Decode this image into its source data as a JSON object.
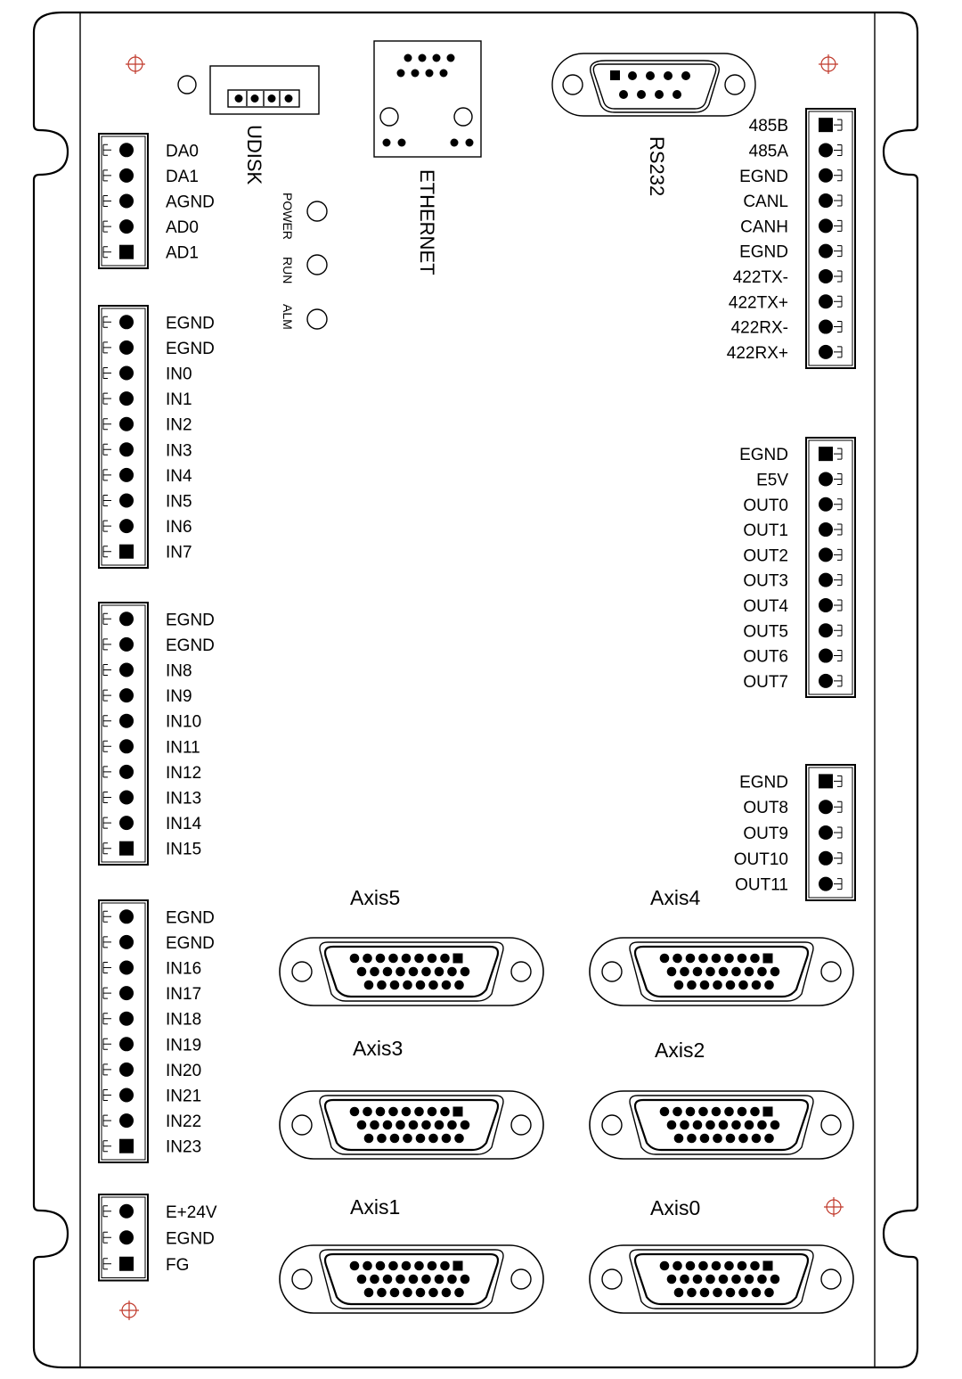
{
  "connectors": {
    "udisk": "UDISK",
    "ethernet": "ETHERNET",
    "rs232": "RS232"
  },
  "leds": [
    "POWER",
    "RUN",
    "ALM"
  ],
  "left_blocks": [
    {
      "id": "analog",
      "labels": [
        "DA0",
        "DA1",
        "AGND",
        "AD0",
        "AD1"
      ],
      "square_pin": 4
    },
    {
      "id": "inputs-0-7",
      "labels": [
        "EGND",
        "EGND",
        "IN0",
        "IN1",
        "IN2",
        "IN3",
        "IN4",
        "IN5",
        "IN6",
        "IN7"
      ],
      "square_pin": 9
    },
    {
      "id": "inputs-8-15",
      "labels": [
        "EGND",
        "EGND",
        "IN8",
        "IN9",
        "IN10",
        "IN11",
        "IN12",
        "IN13",
        "IN14",
        "IN15"
      ],
      "square_pin": 9
    },
    {
      "id": "inputs-16-23",
      "labels": [
        "EGND",
        "EGND",
        "IN16",
        "IN17",
        "IN18",
        "IN19",
        "IN20",
        "IN21",
        "IN22",
        "IN23"
      ],
      "square_pin": 9
    },
    {
      "id": "power",
      "labels": [
        "E+24V",
        "EGND",
        "FG"
      ],
      "square_pin": 2
    }
  ],
  "right_blocks": [
    {
      "id": "comm",
      "labels": [
        "485B",
        "485A",
        "EGND",
        "CANL",
        "CANH",
        "EGND",
        "422TX-",
        "422TX+",
        "422RX-",
        "422RX+"
      ],
      "square_pin": 0
    },
    {
      "id": "outputs-0-7",
      "labels": [
        "EGND",
        "E5V",
        "OUT0",
        "OUT1",
        "OUT2",
        "OUT3",
        "OUT4",
        "OUT5",
        "OUT6",
        "OUT7"
      ],
      "square_pin": 0
    },
    {
      "id": "outputs-8-11",
      "labels": [
        "EGND",
        "OUT8",
        "OUT9",
        "OUT10",
        "OUT11"
      ],
      "square_pin": 0
    }
  ],
  "axes": [
    "Axis5",
    "Axis4",
    "Axis3",
    "Axis2",
    "Axis1",
    "Axis0"
  ]
}
